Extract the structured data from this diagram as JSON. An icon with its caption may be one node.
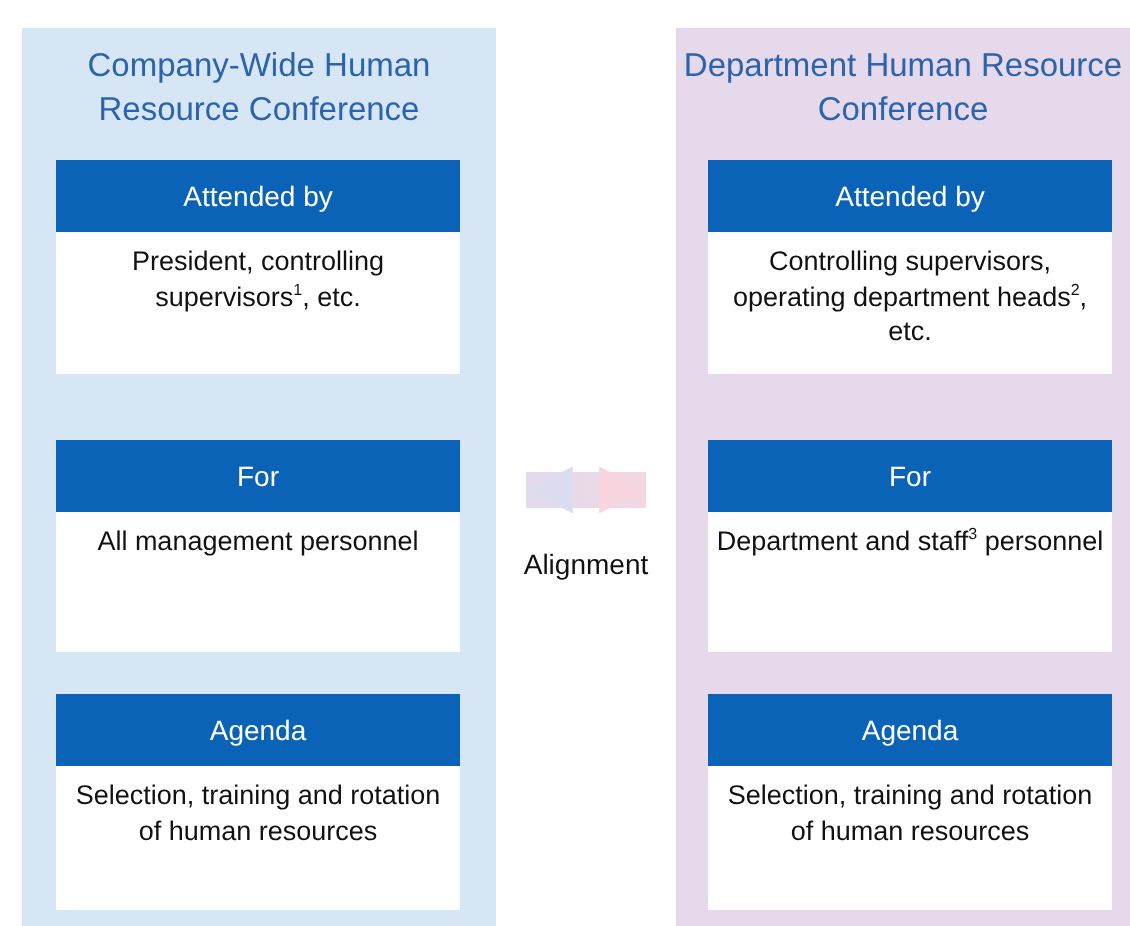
{
  "diagram": {
    "nodes": [
      {
        "text": [
          "Company-Wide Human Resource Conference"
        ]
      },
      {
        "text": [
          "Attended by",
          "President, controlling supervisors$^{1}$, etc."
        ],
        "in": 0
      },
      {
        "text": [
          "For",
          "All management personnel"
        ],
        "in": 0
      },
      {
        "text": [
          "Agenda",
          "Selection, training and rotation of human resources"
        ],
        "in": 0
      },
      {
        "text": [
          "Department Human Resource Conference"
        ]
      },
      {
        "text": [
          "Attended by",
          "Controlling supervisors, operating department heads$^{2}$, etc."
        ],
        "in": 4
      },
      {
        "text": [
          "For",
          "Department and staff$^{3}$ personnel"
        ],
        "in": 4
      },
      {
        "text": [
          "Agenda",
          "Selection, training and rotation of human resources"
        ],
        "in": 4
      }
    ],
    "edges": [
      {
        "from": 0,
        "to": 4,
        "arrow": "both",
        "label": "Alignment"
      }
    ]
  }
}
